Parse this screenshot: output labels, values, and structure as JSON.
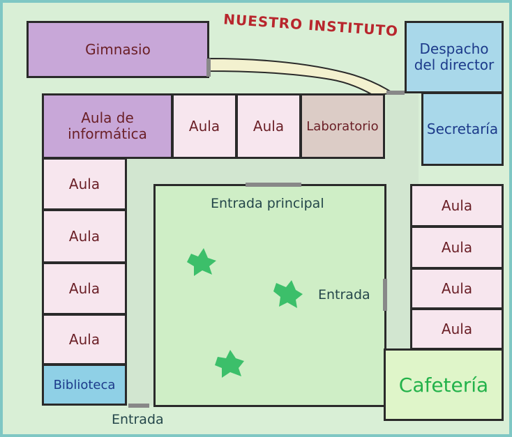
{
  "title": "NUESTRO INSTITUTO",
  "rooms": {
    "gimnasio": "Gimnasio",
    "aula_informatica": "Aula de\ninformática",
    "aula": "Aula",
    "laboratorio": "Laboratorio",
    "despacho": "Despacho\ndel director",
    "secretaria": "Secretaría",
    "biblioteca": "Biblioteca",
    "cafeteria": "Cafetería"
  },
  "labels": {
    "entrada_principal": "Entrada principal",
    "entrada_right": "Entrada",
    "entrada_bottom": "Entrada"
  },
  "colors": {
    "title": "#b8262d",
    "purple": "#c8a7d8",
    "pink": "#f7e6ee",
    "blue": "#a9d8ea",
    "green": "#dff5c9"
  }
}
